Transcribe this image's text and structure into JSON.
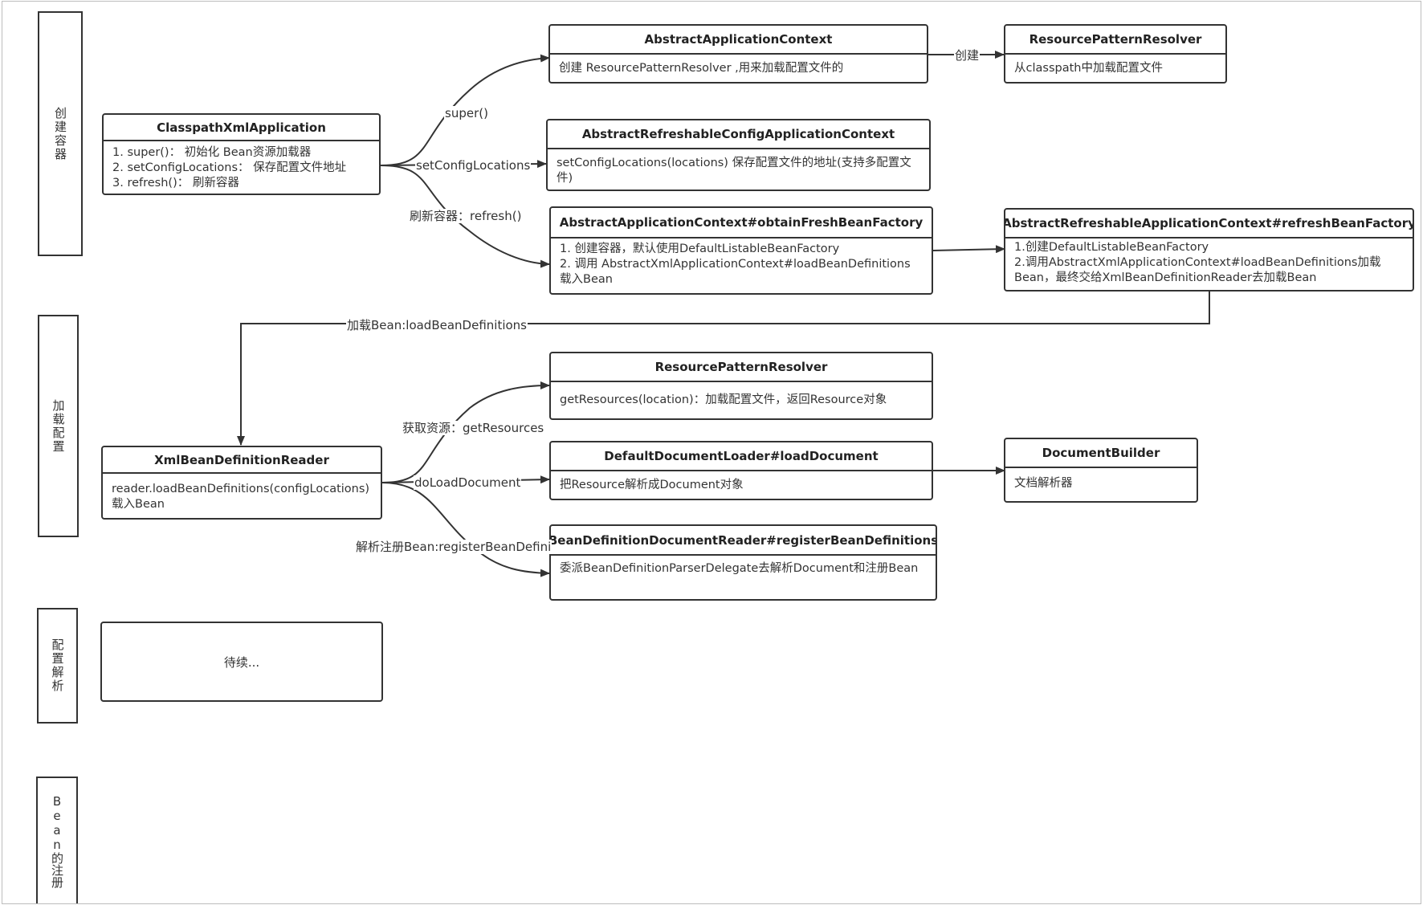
{
  "lanes": [
    "创建容器",
    "加载配置",
    "配置解析",
    "Bean的注册"
  ],
  "boxes": {
    "classpath_xml_application": {
      "title": "ClasspathXmlApplication",
      "lines": [
        "1. super()： 初始化 Bean资源加载器",
        "2. setConfigLocations： 保存配置文件地址",
        "3. refresh()： 刷新容器"
      ]
    },
    "abstract_application_context": {
      "title": "AbstractApplicationContext",
      "lines": [
        "创建 ResourcePatternResolver ,用来加载配置文件的"
      ]
    },
    "resource_pattern_resolver_top": {
      "title": "ResourcePatternResolver",
      "lines": [
        "从classpath中加载配置文件"
      ]
    },
    "abstract_refreshable_config_application_context": {
      "title": "AbstractRefreshableConfigApplicationContext",
      "lines": [
        "setConfigLocations(locations) 保存配置文件的地址(支持多配置文件)"
      ]
    },
    "obtain_fresh_bean_factory": {
      "title": "AbstractApplicationContext#obtainFreshBeanFactory",
      "lines": [
        "1. 创建容器，默认使用DefaultListableBeanFactory",
        "2. 调用 AbstractXmlApplicationContext#loadBeanDefinitions 载入Bean"
      ]
    },
    "refresh_bean_factory": {
      "title": "AbstractRefreshableApplicationContext#refreshBeanFactory",
      "lines": [
        "1.创建DefaultListableBeanFactory",
        "2.调用AbstractXmlApplicationContext#loadBeanDefinitions加载Bean，最终交给XmlBeanDefinitionReader去加载Bean"
      ]
    },
    "xml_bean_definition_reader": {
      "title": "XmlBeanDefinitionReader",
      "lines": [
        "reader.loadBeanDefinitions(configLocations) 载入Bean"
      ]
    },
    "resource_pattern_resolver_mid": {
      "title": "ResourcePatternResolver",
      "lines": [
        "getResources(location)：加载配置文件，返回Resource对象"
      ]
    },
    "default_document_loader": {
      "title": "DefaultDocumentLoader#loadDocument",
      "lines": [
        "把Resource解析成Document对象"
      ]
    },
    "document_builder": {
      "title": "DocumentBuilder",
      "lines": [
        "文档解析器"
      ]
    },
    "register_bean_definitions": {
      "title": "BeanDefinitionDocumentReader#registerBeanDefinitions",
      "lines": [
        "委派BeanDefinitionParserDelegate去解析Document和注册Bean"
      ]
    },
    "to_be_continued": {
      "text": "待续..."
    }
  },
  "edge_labels": {
    "super": "super()",
    "create": "创建",
    "set_config_locations": "setConfigLocations",
    "refresh": "刷新容器：refresh()",
    "load_bean": "加载Bean:loadBeanDefinitions",
    "get_resources": "获取资源：getResources",
    "do_load_document": "doLoadDocument",
    "register": "解析注册Bean:registerBeanDefini"
  },
  "colors": {
    "stroke": "#333333",
    "frame": "#bdbdbd"
  }
}
